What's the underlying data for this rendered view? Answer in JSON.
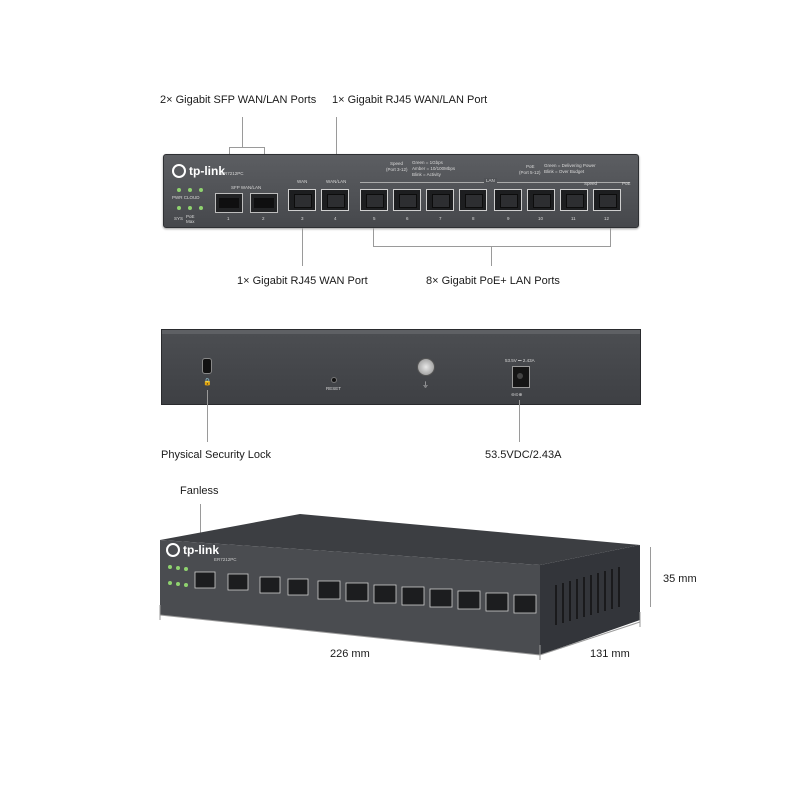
{
  "callouts": {
    "sfp_ports": "2× Gigabit SFP WAN/LAN Ports",
    "rj45_wanlan": "1× Gigabit RJ45 WAN/LAN Port",
    "rj45_wan": "1× Gigabit RJ45 WAN Port",
    "poe_lan": "8× Gigabit PoE+ LAN Ports",
    "security_lock": "Physical Security Lock",
    "power": "53.5VDC/2.43A",
    "fanless": "Fanless",
    "height": "35 mm",
    "width": "226 mm",
    "depth": "131 mm"
  },
  "device": {
    "brand": "tp-link",
    "model": "ER7212PC",
    "pwr_label": "PWR CLOUD",
    "sys_label": "SYS",
    "poe_max_label": "PoE Max",
    "sfp_label": "SFP WAN/LAN",
    "wan_label": "WAN",
    "wanlan_label": "WAN/LAN",
    "lan_label": "LAN",
    "speed_label": "Speed",
    "speed_ports": "(Port 3-12)",
    "speed_legend": [
      "Green = 1Gbps",
      "Amber = 10/100Mbps",
      "Blink = Activity"
    ],
    "poe_label": "PoE",
    "poe_ports": "(Port 5-12)",
    "poe_legend": [
      "Green = Delivering Power",
      "Blink = Over Budget"
    ],
    "led_col_speed": "Speed",
    "led_col_poe": "PoE",
    "sfp_numbers": [
      "1",
      "2"
    ],
    "rj45_numbers": [
      "3",
      "4",
      "5",
      "6",
      "7",
      "8",
      "9",
      "10",
      "11",
      "12"
    ],
    "reset_label": "RESET",
    "power_rating": "53.5V ⎓ 2.43A"
  }
}
